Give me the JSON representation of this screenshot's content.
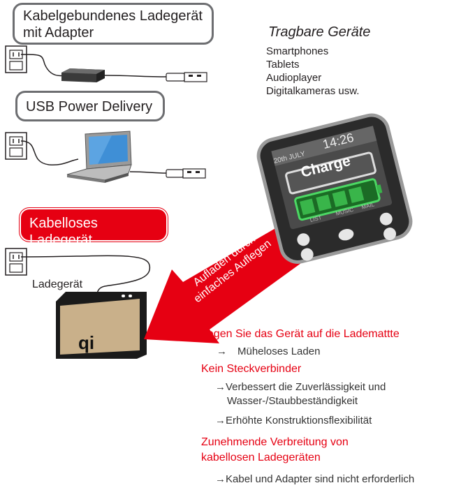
{
  "wired": {
    "title_line1": "Kabelgebundenes Ladegerät",
    "title_line2": "mit Adapter"
  },
  "usb": {
    "title": "USB Power Delivery"
  },
  "wireless": {
    "title": "Kabelloses Ladegerät",
    "charger_label": "Ladegerät"
  },
  "portable": {
    "title": "Tragbare Geräte",
    "items": [
      "Smartphones",
      "Tablets",
      "Audioplayer",
      "Digitalkameras usw."
    ]
  },
  "phone_screen": {
    "time": "14:26",
    "date": "20th JULY",
    "status": "Charge",
    "menu": [
      "LIST",
      "MUSIC",
      "MAIL"
    ]
  },
  "arrow": {
    "line1": "Aufladen durch",
    "line2": "einfaches Auflegen"
  },
  "benefits": [
    {
      "heading": "Legen Sie das Gerät auf die Lademattte",
      "detail": "→　Müheloses Laden"
    },
    {
      "heading": "Kein Steckverbinder",
      "detail1": "→Verbessert die Zuverlässigkeit und",
      "detail1b": "Wasser-/Staubbeständigkeit",
      "detail2": "→Erhöhte Konstruktionsflexibilität"
    },
    {
      "heading_line1": "Zunehmende Verbreitung von",
      "heading_line2": "kabellosen Ladegeräten",
      "detail": "→Kabel und Adapter sind nicht erforderlich"
    }
  ],
  "colors": {
    "accent": "#e60012",
    "outline": "#6d6e71",
    "battery": "#39b54a"
  }
}
